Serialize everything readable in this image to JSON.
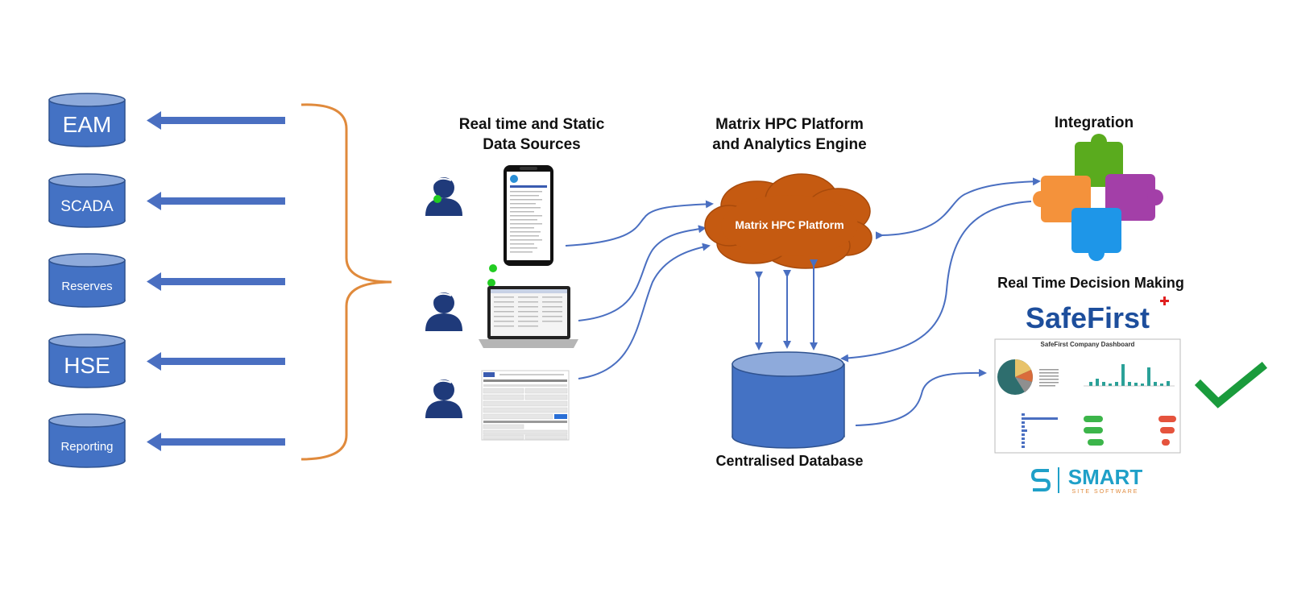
{
  "systems": [
    {
      "label": "EAM"
    },
    {
      "label": "SCADA"
    },
    {
      "label": "Reserves"
    },
    {
      "label": "HSE"
    },
    {
      "label": "Reporting"
    }
  ],
  "sources": {
    "title_line1": "Real time and Static",
    "title_line2": "Data Sources"
  },
  "platform": {
    "title_line1": "Matrix HPC Platform",
    "title_line2": "and Analytics Engine",
    "cloud_label": "Matrix HPC Platform"
  },
  "database": {
    "label": "Centralised Database"
  },
  "integration": {
    "label": "Integration"
  },
  "decision": {
    "label": "Real Time Decision Making"
  },
  "brand": {
    "safefirst": "SafeFirst",
    "dashboard_title": "SafeFirst Company Dashboard",
    "smart_line1": "SMART",
    "smart_line2": "SITE SOFTWARE"
  },
  "colors": {
    "db_blue": "#4472c4",
    "db_top": "#8eaadb",
    "arrow_blue": "#4a6fc1",
    "brace_orange": "#e08a3c",
    "cloud": "#c55a11",
    "person": "#1f3a7a",
    "check": "#1a9b3c",
    "puzzle_green": "#5aab1e",
    "puzzle_orange": "#f4923b",
    "puzzle_purple": "#a33fa8",
    "puzzle_blue": "#1e96e8",
    "safefirst_blue": "#1d4e9c",
    "safefirst_red": "#e02020",
    "smart_teal": "#1fa0c8"
  }
}
